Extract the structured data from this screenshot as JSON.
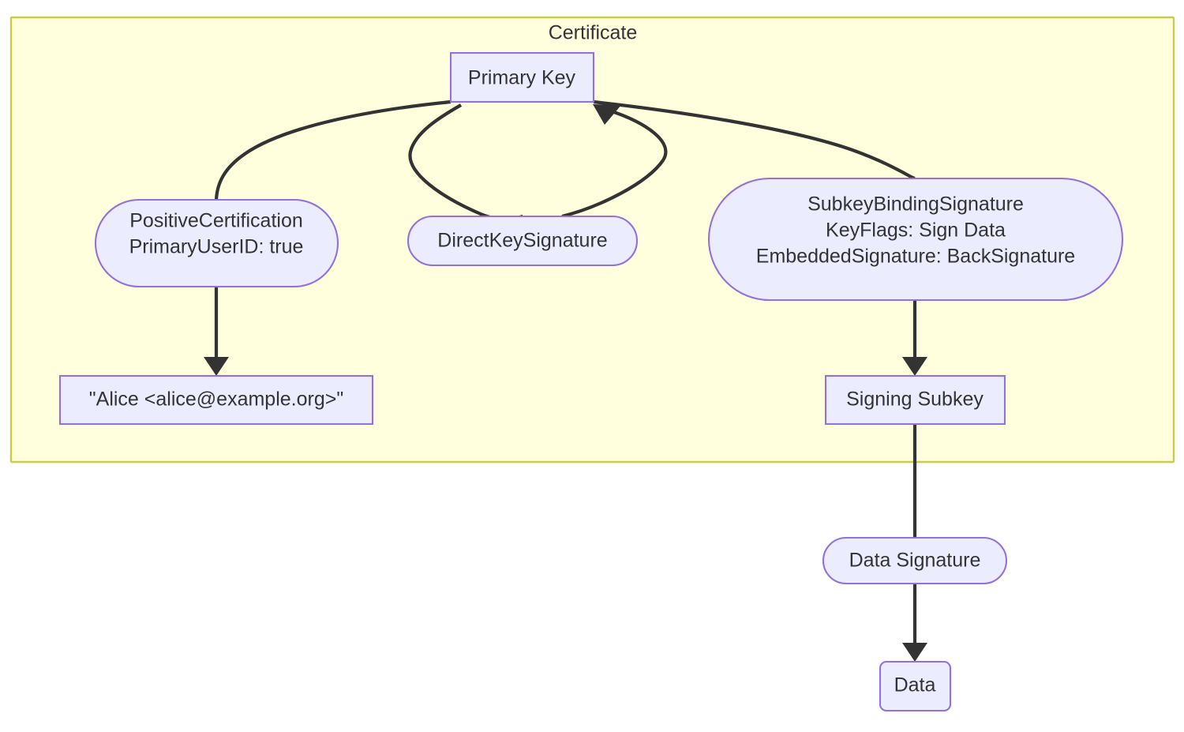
{
  "diagram": {
    "type": "flowchart",
    "background": "#ffffff",
    "subgraph": {
      "title": "Certificate",
      "fill": "#ffffde",
      "stroke": "#cccc44"
    },
    "node_style": {
      "fill": "#ececff",
      "stroke": "#9370db",
      "text": "#333333"
    },
    "edge_style": {
      "stroke": "#333333"
    },
    "nodes": [
      {
        "id": "primary-key",
        "shape": "rect",
        "lines": [
          "Primary Key"
        ],
        "in_subgraph": true
      },
      {
        "id": "positive-certification",
        "shape": "stadium",
        "lines": [
          "PositiveCertification",
          "PrimaryUserID: true"
        ],
        "in_subgraph": true
      },
      {
        "id": "direct-key-signature",
        "shape": "stadium",
        "lines": [
          "DirectKeySignature"
        ],
        "in_subgraph": true
      },
      {
        "id": "subkey-binding-signature",
        "shape": "stadium",
        "lines": [
          "SubkeyBindingSignature",
          "KeyFlags: Sign Data",
          "EmbeddedSignature: BackSignature"
        ],
        "in_subgraph": true
      },
      {
        "id": "user-id",
        "shape": "rect",
        "lines": [
          "\"Alice <alice@example.org>\""
        ],
        "in_subgraph": true
      },
      {
        "id": "signing-subkey",
        "shape": "rect",
        "lines": [
          "Signing Subkey"
        ],
        "in_subgraph": true
      },
      {
        "id": "data-signature",
        "shape": "stadium",
        "lines": [
          "Data Signature"
        ],
        "in_subgraph": false
      },
      {
        "id": "data",
        "shape": "rounded-rect",
        "lines": [
          "Data"
        ],
        "in_subgraph": false
      }
    ],
    "edges": [
      {
        "from": "primary-key",
        "to": "positive-certification",
        "arrow": false
      },
      {
        "from": "primary-key",
        "to": "direct-key-signature",
        "arrow": false
      },
      {
        "from": "direct-key-signature",
        "to": "primary-key",
        "arrow": true
      },
      {
        "from": "primary-key",
        "to": "subkey-binding-signature",
        "arrow": false
      },
      {
        "from": "positive-certification",
        "to": "user-id",
        "arrow": true
      },
      {
        "from": "subkey-binding-signature",
        "to": "signing-subkey",
        "arrow": true
      },
      {
        "from": "signing-subkey",
        "to": "data-signature",
        "arrow": false
      },
      {
        "from": "data-signature",
        "to": "data",
        "arrow": true
      }
    ]
  },
  "labels": {
    "subgraph_title": "Certificate",
    "primary_key": "Primary Key",
    "positive_certification_l1": "PositiveCertification",
    "positive_certification_l2": "PrimaryUserID: true",
    "direct_key_signature": "DirectKeySignature",
    "subkey_binding_l1": "SubkeyBindingSignature",
    "subkey_binding_l2": "KeyFlags: Sign Data",
    "subkey_binding_l3": "EmbeddedSignature: BackSignature",
    "user_id": "\"Alice <alice@example.org>\"",
    "signing_subkey": "Signing Subkey",
    "data_signature": "Data Signature",
    "data": "Data"
  }
}
